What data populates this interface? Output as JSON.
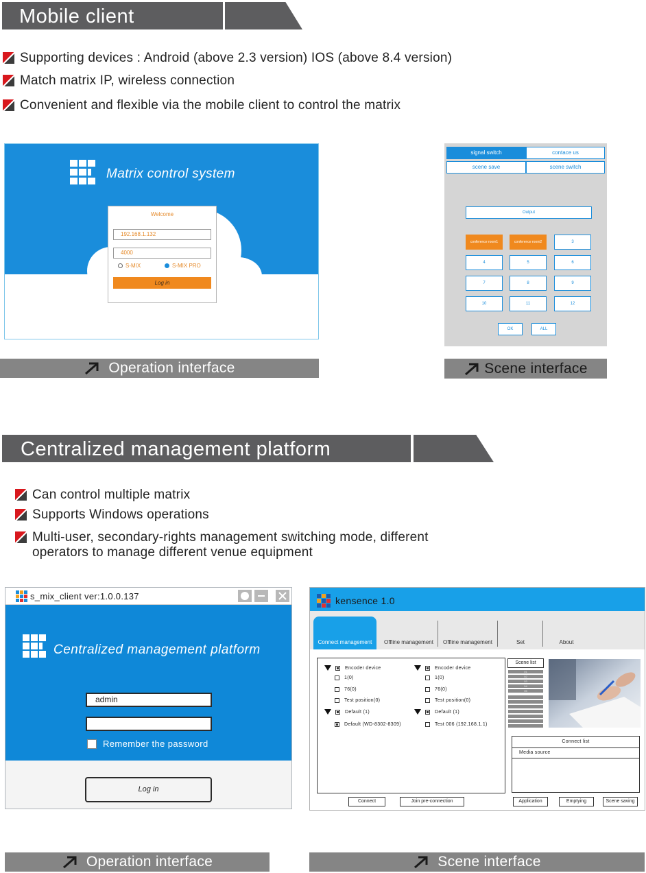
{
  "section1": {
    "title": "Mobile client",
    "bullets": [
      "Supporting devices : Android (above 2.3 version) IOS (above 8.4 version)",
      "Match matrix IP, wireless connection",
      "Convenient and flexible via the mobile client to control the matrix"
    ]
  },
  "mobile_operation": {
    "app_title": "Matrix control system",
    "welcome": "Welcome",
    "ip_value": "192.168.1.132",
    "port_value": "4000",
    "radio_options": [
      "S-MIX",
      "S-MIX PRO"
    ],
    "selected_option": "S-MIX PRO",
    "login_label": "Log in",
    "caption": "Operation interface"
  },
  "mobile_scene": {
    "tabs": [
      "signal switch",
      "contace us",
      "scene save",
      "scene switch"
    ],
    "active_tab": "signal switch",
    "output_label": "Output",
    "buttons": [
      "conference room1",
      "conference room2",
      "3",
      "4",
      "5",
      "6",
      "7",
      "8",
      "9",
      "10",
      "11",
      "12"
    ],
    "ok_label": "OK",
    "all_label": "ALL",
    "caption": "Scene interface"
  },
  "section2": {
    "title": "Centralized management platform",
    "bullets": [
      "Can control multiple matrix",
      "Supports Windows operations",
      "Multi-user, secondary-rights management switching mode, different operators to manage different venue equipment"
    ]
  },
  "central_operation": {
    "window_title": "s_mix_client ver:1.0.0.137",
    "app_title": "Centralized management platform",
    "username_value": "admin",
    "password_value": "",
    "remember_label": "Remember the password",
    "login_label": "Log in",
    "caption": "Operation interface"
  },
  "central_scene": {
    "window_title": "kensence 1.0",
    "nav_tabs": [
      "Connect management",
      "Offline management",
      "Offline management",
      "Set",
      "About"
    ],
    "active_tab": "Connect management",
    "left_tree": {
      "group1": "Encoder device",
      "items1": [
        "1(0)",
        "76(0)",
        "Test position(0)"
      ],
      "group2": "Default (1)",
      "items2": [
        "Default (WD-8302-8309)"
      ]
    },
    "right_tree": {
      "group1": "Encoder device",
      "items1": [
        "1(0)",
        "76(0)",
        "Test position(0)"
      ],
      "group2": "Default (1)",
      "items2": [
        "Test 006 (192.168.1.1)"
      ]
    },
    "scene_list_label": "Scene list",
    "scene_list_items": [
      "01",
      "02",
      "03",
      "04",
      "05"
    ],
    "connect_list_label": "Connect list",
    "media_source_label": "Media source",
    "buttons": {
      "connect": "Connect",
      "join": "Join pre-connection",
      "application": "Application",
      "emptying": "Emptying",
      "scene_saving": "Scene saving"
    },
    "caption": "Scene interface"
  },
  "colors": {
    "header_gray": "#5d5d5f",
    "caption_gray": "#858585",
    "accent_blue": "#1a8ddb",
    "accent_orange": "#f0891e",
    "bullet_red": "#d8181d"
  }
}
